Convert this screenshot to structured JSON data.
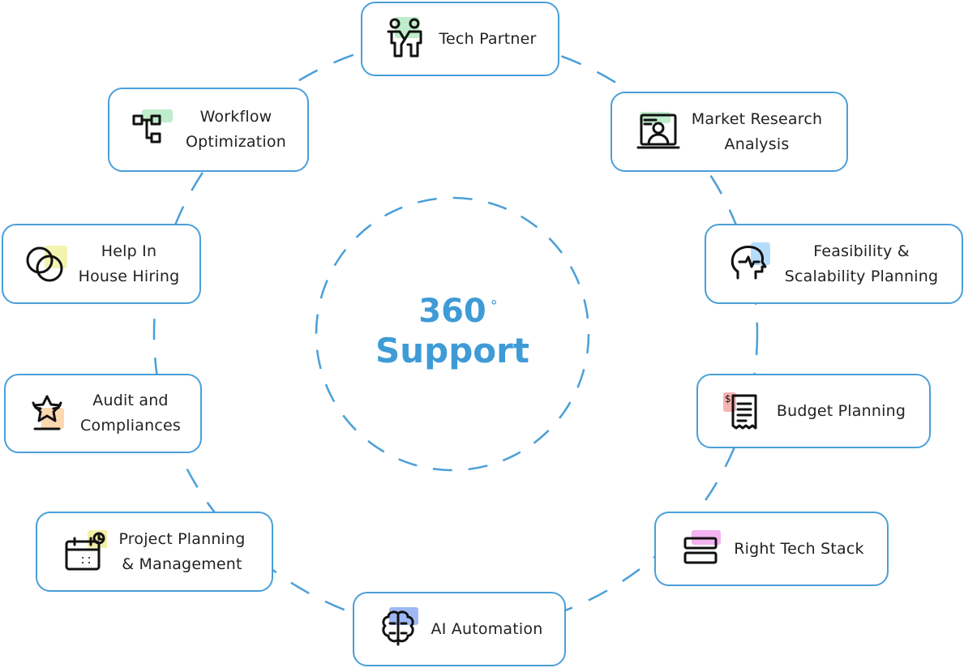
{
  "center": {
    "number": "360",
    "degree": "°",
    "label": "Support"
  },
  "accent_color": "#4a9fd8",
  "nodes": [
    {
      "id": "tech-partner",
      "label": "Tech Partner",
      "icon": "partners-icon",
      "highlight": "#bfeccb"
    },
    {
      "id": "market-research",
      "label": "Market Research\nAnalysis",
      "icon": "presenter-screen-icon",
      "highlight": "#bfeccb"
    },
    {
      "id": "feasibility",
      "label": "Feasibility &\nScalability Planning",
      "icon": "brain-head-icon",
      "highlight": "#b6dcfb"
    },
    {
      "id": "budget",
      "label": "Budget Planning",
      "icon": "receipt-icon",
      "highlight": "#f6b3b3"
    },
    {
      "id": "tech-stack",
      "label": "Right Tech Stack",
      "icon": "stack-icon",
      "highlight": "#f2b3f0"
    },
    {
      "id": "ai-automation",
      "label": "AI Automation",
      "icon": "brain-icon",
      "highlight": "#9fb8f5"
    },
    {
      "id": "project-planning",
      "label": "Project Planning\n& Management",
      "icon": "calendar-clock-icon",
      "highlight": "#f3f0a6"
    },
    {
      "id": "audit",
      "label": "Audit and\nCompliances",
      "icon": "stars-icon",
      "highlight": "#fbd8b0"
    },
    {
      "id": "hiring",
      "label": "Help In\nHouse Hiring",
      "icon": "rings-icon",
      "highlight": "#f3f3b0"
    },
    {
      "id": "workflow",
      "label": "Workflow\nOptimization",
      "icon": "flowchart-icon",
      "highlight": "#bfeccb"
    }
  ]
}
